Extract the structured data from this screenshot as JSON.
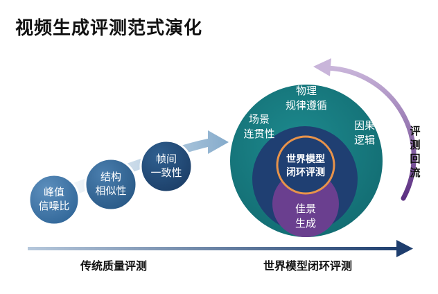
{
  "title": "视频生成评测范式演化",
  "stages": [
    {
      "line1": "峰值",
      "line2": "信噪比"
    },
    {
      "line1": "结构",
      "line2": "相似性"
    },
    {
      "line1": "帧间",
      "line2": "一致性"
    }
  ],
  "outer_ring": {
    "top_line1": "物理",
    "top_line2": "规律遵循",
    "left_line1": "场景",
    "left_line2": "连贯性",
    "right_line1": "因果",
    "right_line2": "逻辑"
  },
  "core": {
    "line1": "世界模型",
    "line2": "闭环评测"
  },
  "bottom_circle": {
    "line1": "佳景",
    "line2": "生成"
  },
  "loop_label": [
    "评",
    "测",
    "回",
    "流"
  ],
  "axis": {
    "left_label": "传统质量评测",
    "right_label": "世界模型闭环评测"
  },
  "colors": {
    "teal": "#167a80",
    "navy": "#1f3f72",
    "purple": "#6a3f8f",
    "orange": "#e8934a",
    "axis": "#1e3e6e"
  }
}
